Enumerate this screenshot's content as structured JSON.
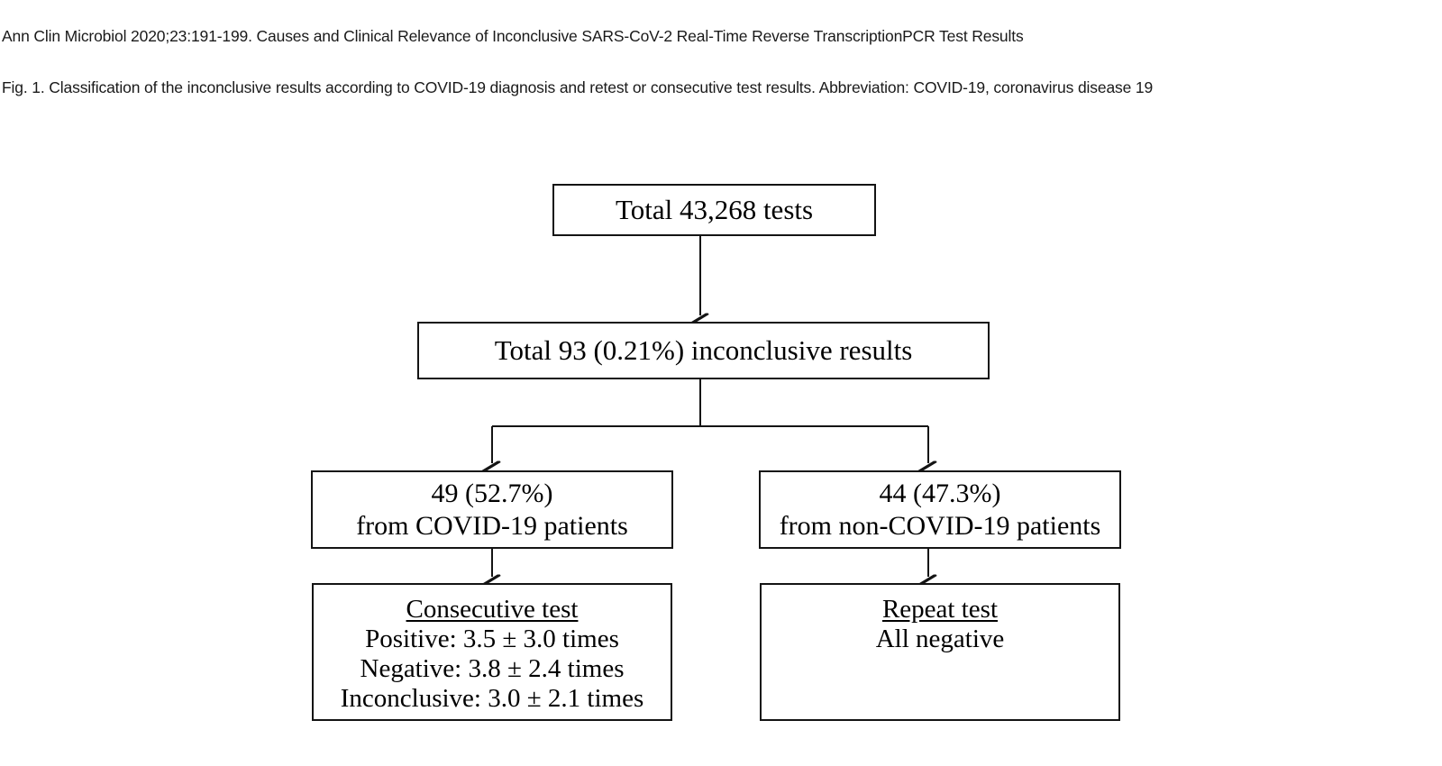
{
  "header": {
    "journal_line": "Ann Clin Microbiol 2020;23:191-199. Causes and Clinical Relevance of Inconclusive SARS-CoV-2 Real-Time Reverse TranscriptionPCR Test Results",
    "caption": "Fig. 1. Classification of the inconclusive results according to COVID-19 diagnosis and retest or consecutive test results. Abbreviation: COVID-19, coronavirus disease 19"
  },
  "colors": {
    "box_border": "#141414",
    "text": "#000000",
    "background": "#ffffff",
    "connector": "#141414"
  },
  "flowchart": {
    "nodes": {
      "total_tests": {
        "lines": [
          "Total 43,268 tests"
        ]
      },
      "inconclusive": {
        "lines": [
          "Total 93 (0.21%) inconclusive results"
        ]
      },
      "covid_branch": {
        "lines": [
          "49 (52.7%)",
          "from COVID-19 patients"
        ]
      },
      "noncovid_branch": {
        "lines": [
          "44 (47.3%)",
          "from non-COVID-19 patients"
        ]
      },
      "consecutive_test": {
        "heading": "Consecutive test",
        "lines": [
          "Positive: 3.5 ± 3.0 times",
          "Negative: 3.8 ± 2.4 times",
          "Inconclusive: 3.0 ± 2.1 times"
        ]
      },
      "repeat_test": {
        "heading": "Repeat test",
        "lines": [
          "All negative"
        ]
      }
    }
  },
  "chart_data": {
    "type": "diagram",
    "title": "Classification of the inconclusive results according to COVID-19 diagnosis and retest or consecutive test results",
    "diagram_kind": "flowchart",
    "orientation": "top-down",
    "nodes": [
      {
        "id": "total_tests",
        "label": "Total 43,268 tests",
        "value": 43268,
        "unit": "tests",
        "level": 0
      },
      {
        "id": "inconclusive",
        "label": "Total 93 (0.21%) inconclusive results",
        "value": 93,
        "percent": 0.21,
        "level": 1
      },
      {
        "id": "covid_branch",
        "label": "49 (52.7%) from COVID-19 patients",
        "value": 49,
        "percent": 52.7,
        "level": 2
      },
      {
        "id": "noncovid_branch",
        "label": "44 (47.3%) from non-COVID-19 patients",
        "value": 44,
        "percent": 47.3,
        "level": 2
      },
      {
        "id": "consecutive_test",
        "label": "Consecutive test",
        "level": 3,
        "details": [
          {
            "outcome": "Positive",
            "mean": 3.5,
            "sd": 3.0,
            "unit": "times"
          },
          {
            "outcome": "Negative",
            "mean": 3.8,
            "sd": 2.4,
            "unit": "times"
          },
          {
            "outcome": "Inconclusive",
            "mean": 3.0,
            "sd": 2.1,
            "unit": "times"
          }
        ]
      },
      {
        "id": "repeat_test",
        "label": "Repeat test",
        "level": 3,
        "details": [
          {
            "outcome": "All negative"
          }
        ]
      }
    ],
    "edges": [
      {
        "from": "total_tests",
        "to": "inconclusive",
        "arrow": true
      },
      {
        "from": "inconclusive",
        "to": "covid_branch",
        "arrow": true
      },
      {
        "from": "inconclusive",
        "to": "noncovid_branch",
        "arrow": true
      },
      {
        "from": "covid_branch",
        "to": "consecutive_test",
        "arrow": true
      },
      {
        "from": "noncovid_branch",
        "to": "repeat_test",
        "arrow": true
      }
    ]
  }
}
